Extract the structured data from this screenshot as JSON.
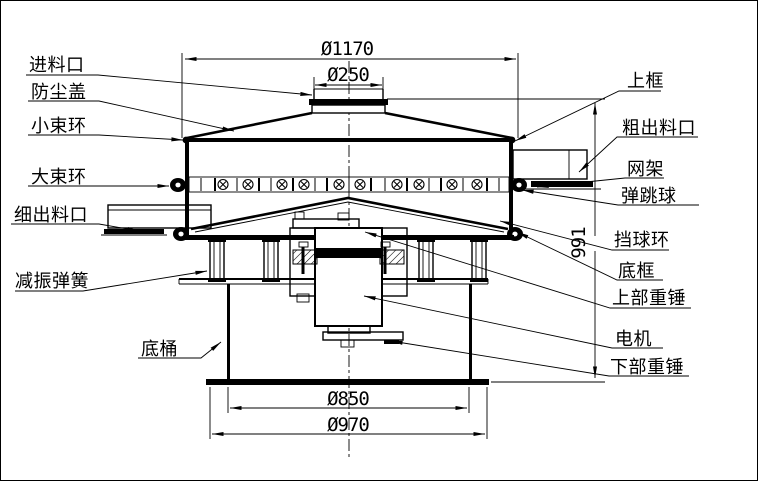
{
  "diagram": {
    "labels_left": [
      "进料口",
      "防尘盖",
      "小束环",
      "大束环",
      "细出料口",
      "减振弹簧",
      "底桶"
    ],
    "labels_right": [
      "上框",
      "粗出料口",
      "网架",
      "弹跳球",
      "挡球环",
      "底框",
      "上部重锤",
      "电机",
      "下部重锤"
    ],
    "dimensions": {
      "top_outer": "Ø1170",
      "inlet": "Ø250",
      "bottom_inner": "Ø850",
      "bottom_outer": "Ø970",
      "height": "991"
    },
    "colors": {
      "line": "#000000",
      "background": "#ffffff"
    }
  }
}
